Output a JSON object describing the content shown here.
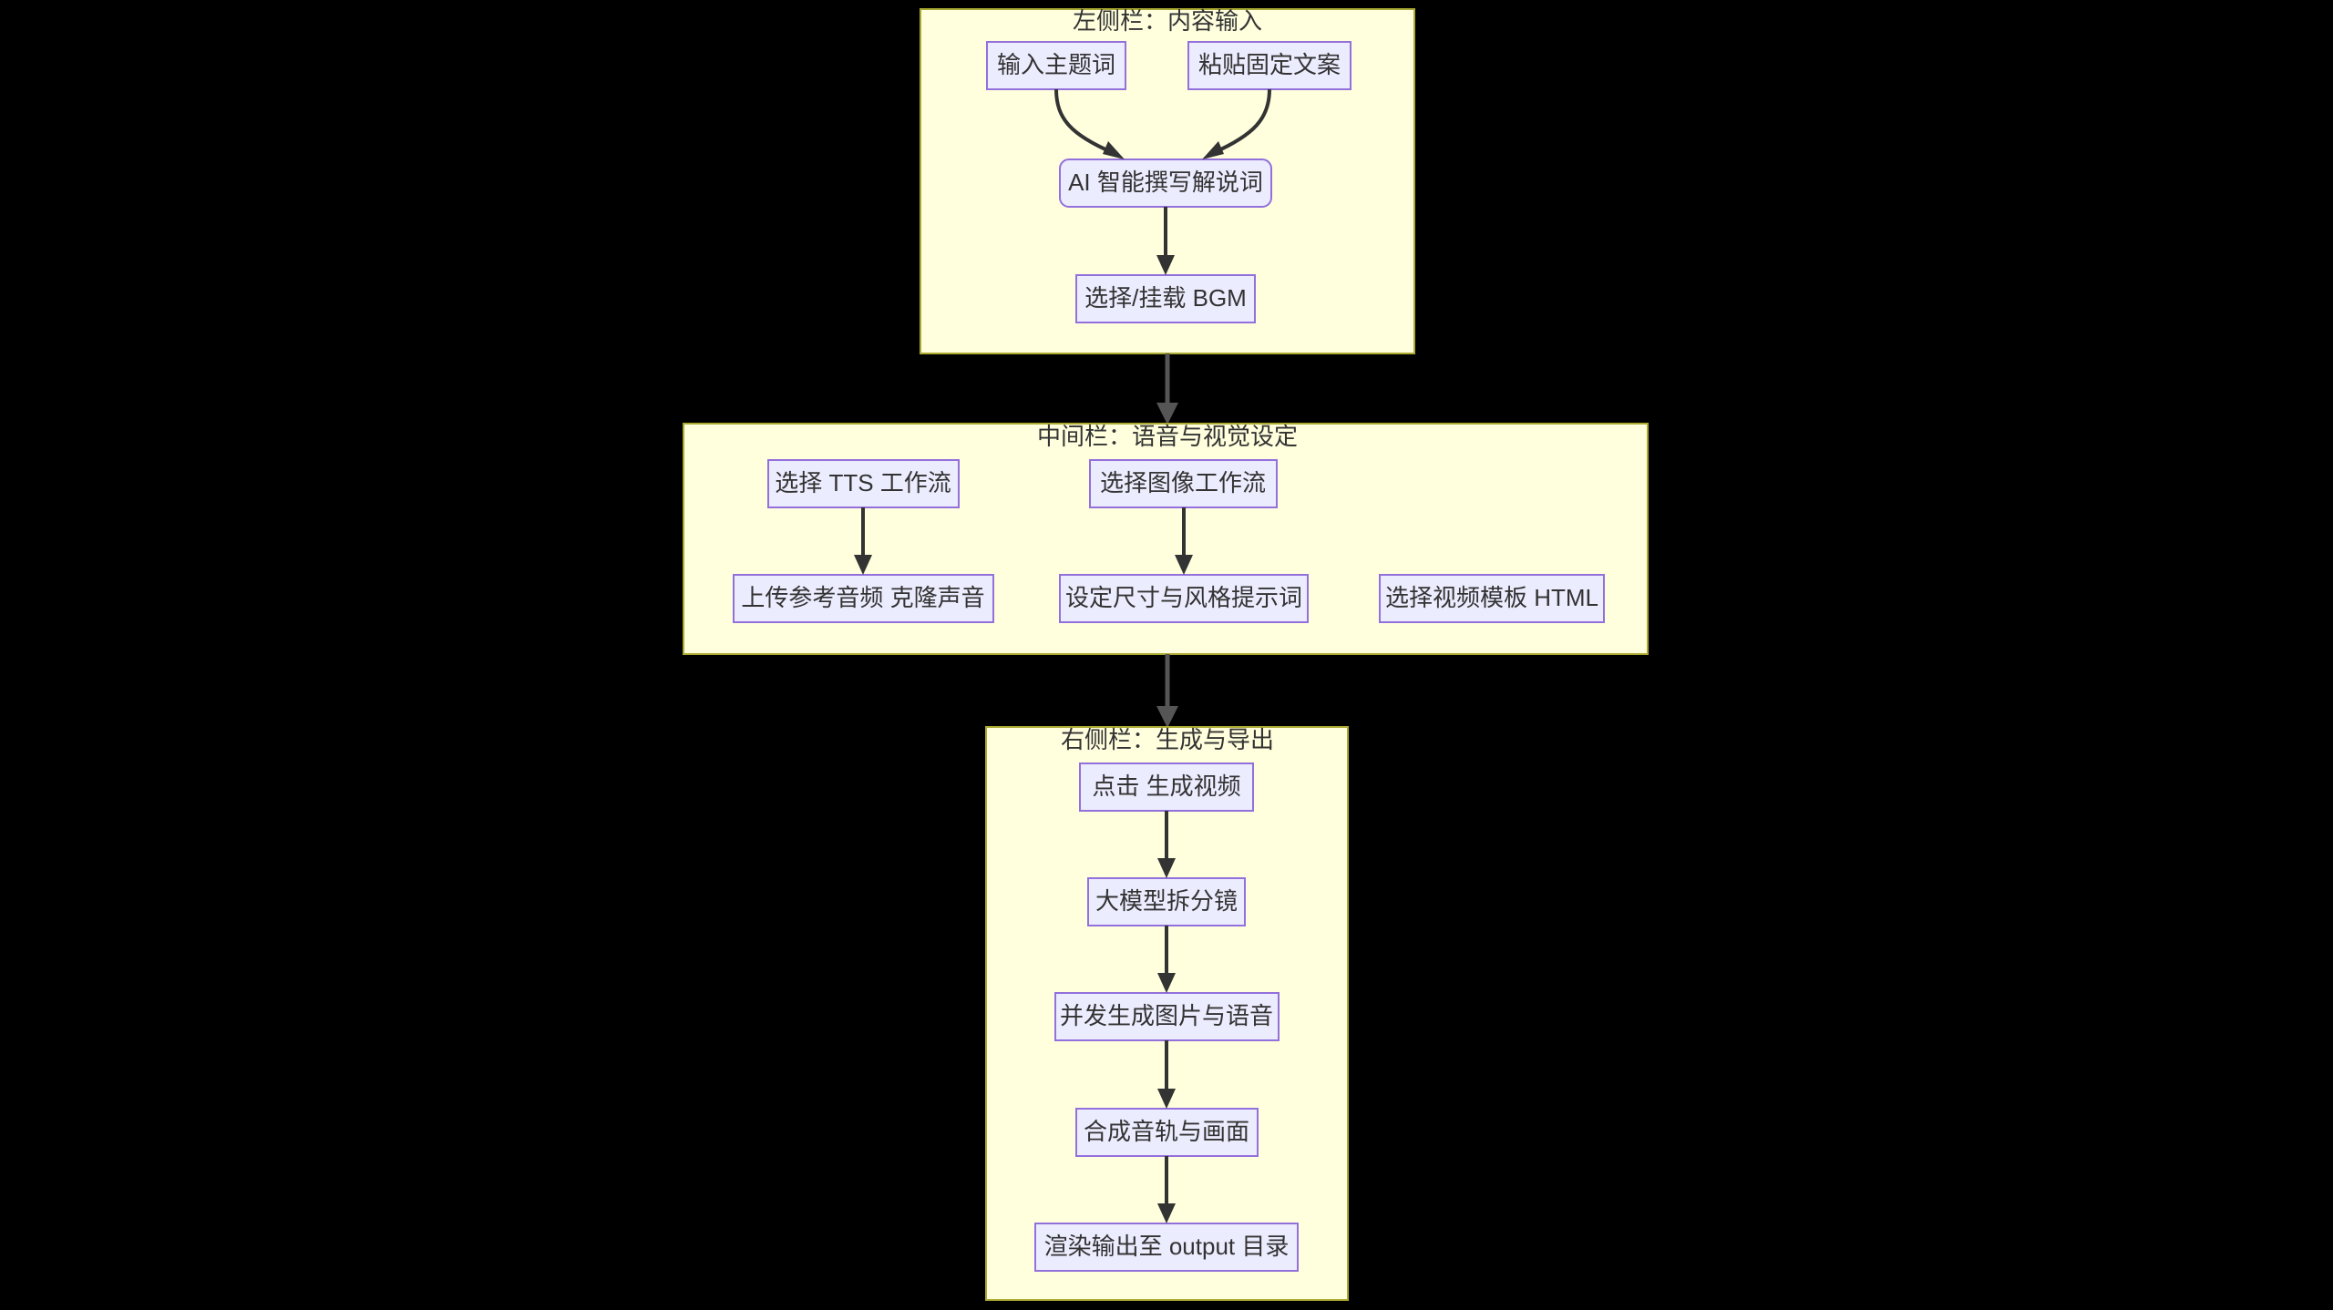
{
  "diagram": {
    "type": "flowchart",
    "direction": "top-to-bottom",
    "background_color": "#000000",
    "cluster_fill": "#ffffde",
    "cluster_stroke": "#aaaa33",
    "node_fill": "#ececff",
    "node_stroke": "#9370db",
    "text_color": "#333333",
    "edge_color": "#333333",
    "cluster_edge_color": "#555555",
    "clusters": [
      {
        "id": "cluster-left",
        "title": "左侧栏：内容输入",
        "nodes": [
          {
            "id": "n-topic",
            "label": "输入主题词",
            "shape": "rect"
          },
          {
            "id": "n-paste",
            "label": "粘贴固定文案",
            "shape": "rect"
          },
          {
            "id": "n-ai-write",
            "label": "AI 智能撰写解说词",
            "shape": "rounded"
          },
          {
            "id": "n-bgm",
            "label": "选择/挂载 BGM",
            "shape": "rect"
          }
        ],
        "edges": [
          {
            "from": "n-topic",
            "to": "n-ai-write"
          },
          {
            "from": "n-paste",
            "to": "n-ai-write"
          },
          {
            "from": "n-ai-write",
            "to": "n-bgm"
          }
        ]
      },
      {
        "id": "cluster-middle",
        "title": "中间栏：语音与视觉设定",
        "nodes": [
          {
            "id": "n-tts-flow",
            "label": "选择 TTS 工作流",
            "shape": "rect"
          },
          {
            "id": "n-img-flow",
            "label": "选择图像工作流",
            "shape": "rect"
          },
          {
            "id": "n-clone-voice",
            "label": "上传参考音频 克隆声音",
            "shape": "rect"
          },
          {
            "id": "n-size-style",
            "label": "设定尺寸与风格提示词",
            "shape": "rect"
          },
          {
            "id": "n-template",
            "label": "选择视频模板 HTML",
            "shape": "rect"
          }
        ],
        "edges": [
          {
            "from": "n-tts-flow",
            "to": "n-clone-voice"
          },
          {
            "from": "n-img-flow",
            "to": "n-size-style"
          }
        ]
      },
      {
        "id": "cluster-right",
        "title": "右侧栏：生成与导出",
        "nodes": [
          {
            "id": "n-generate",
            "label": "点击 生成视频",
            "shape": "rect"
          },
          {
            "id": "n-storyboard",
            "label": "大模型拆分镜",
            "shape": "rect"
          },
          {
            "id": "n-parallel",
            "label": "并发生成图片与语音",
            "shape": "rect"
          },
          {
            "id": "n-merge",
            "label": "合成音轨与画面",
            "shape": "rect"
          },
          {
            "id": "n-render",
            "label": "渲染输出至 output 目录",
            "shape": "rect"
          }
        ],
        "edges": [
          {
            "from": "n-generate",
            "to": "n-storyboard"
          },
          {
            "from": "n-storyboard",
            "to": "n-parallel"
          },
          {
            "from": "n-parallel",
            "to": "n-merge"
          },
          {
            "from": "n-merge",
            "to": "n-render"
          }
        ]
      }
    ],
    "cluster_edges": [
      {
        "from": "cluster-left",
        "to": "cluster-middle"
      },
      {
        "from": "cluster-middle",
        "to": "cluster-right"
      }
    ]
  }
}
